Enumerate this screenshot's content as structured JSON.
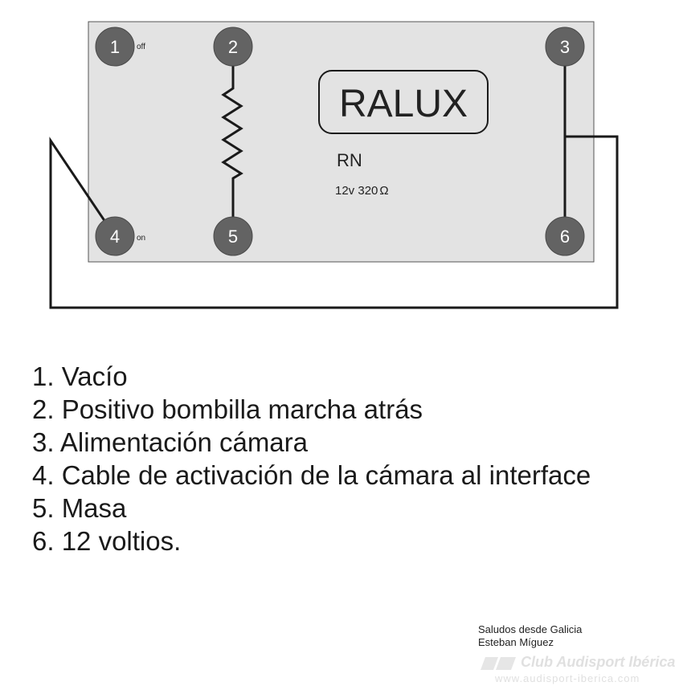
{
  "relay": {
    "brand": "RALUX",
    "model": "RN",
    "spec": "12v 320",
    "ohm_symbol": "Ω",
    "body_color": "#e3e3e3",
    "pin_color": "#636363"
  },
  "pins": [
    {
      "number": "1",
      "state": "off"
    },
    {
      "number": "2",
      "state": ""
    },
    {
      "number": "3",
      "state": ""
    },
    {
      "number": "4",
      "state": "on"
    },
    {
      "number": "5",
      "state": ""
    },
    {
      "number": "6",
      "state": ""
    }
  ],
  "legend": [
    "1. Vacío",
    "2. Positivo bombilla marcha atrás",
    "3. Alimentación cámara",
    "4. Cable de activación de la cámara al interface",
    "5. Masa",
    "6. 12 voltios."
  ],
  "signature": {
    "line1": "Saludos desde Galicia",
    "line2": "Esteban Míguez"
  },
  "watermark": {
    "name": "Club Audisport Ibérica",
    "url": "www.audisport-iberica.com"
  }
}
